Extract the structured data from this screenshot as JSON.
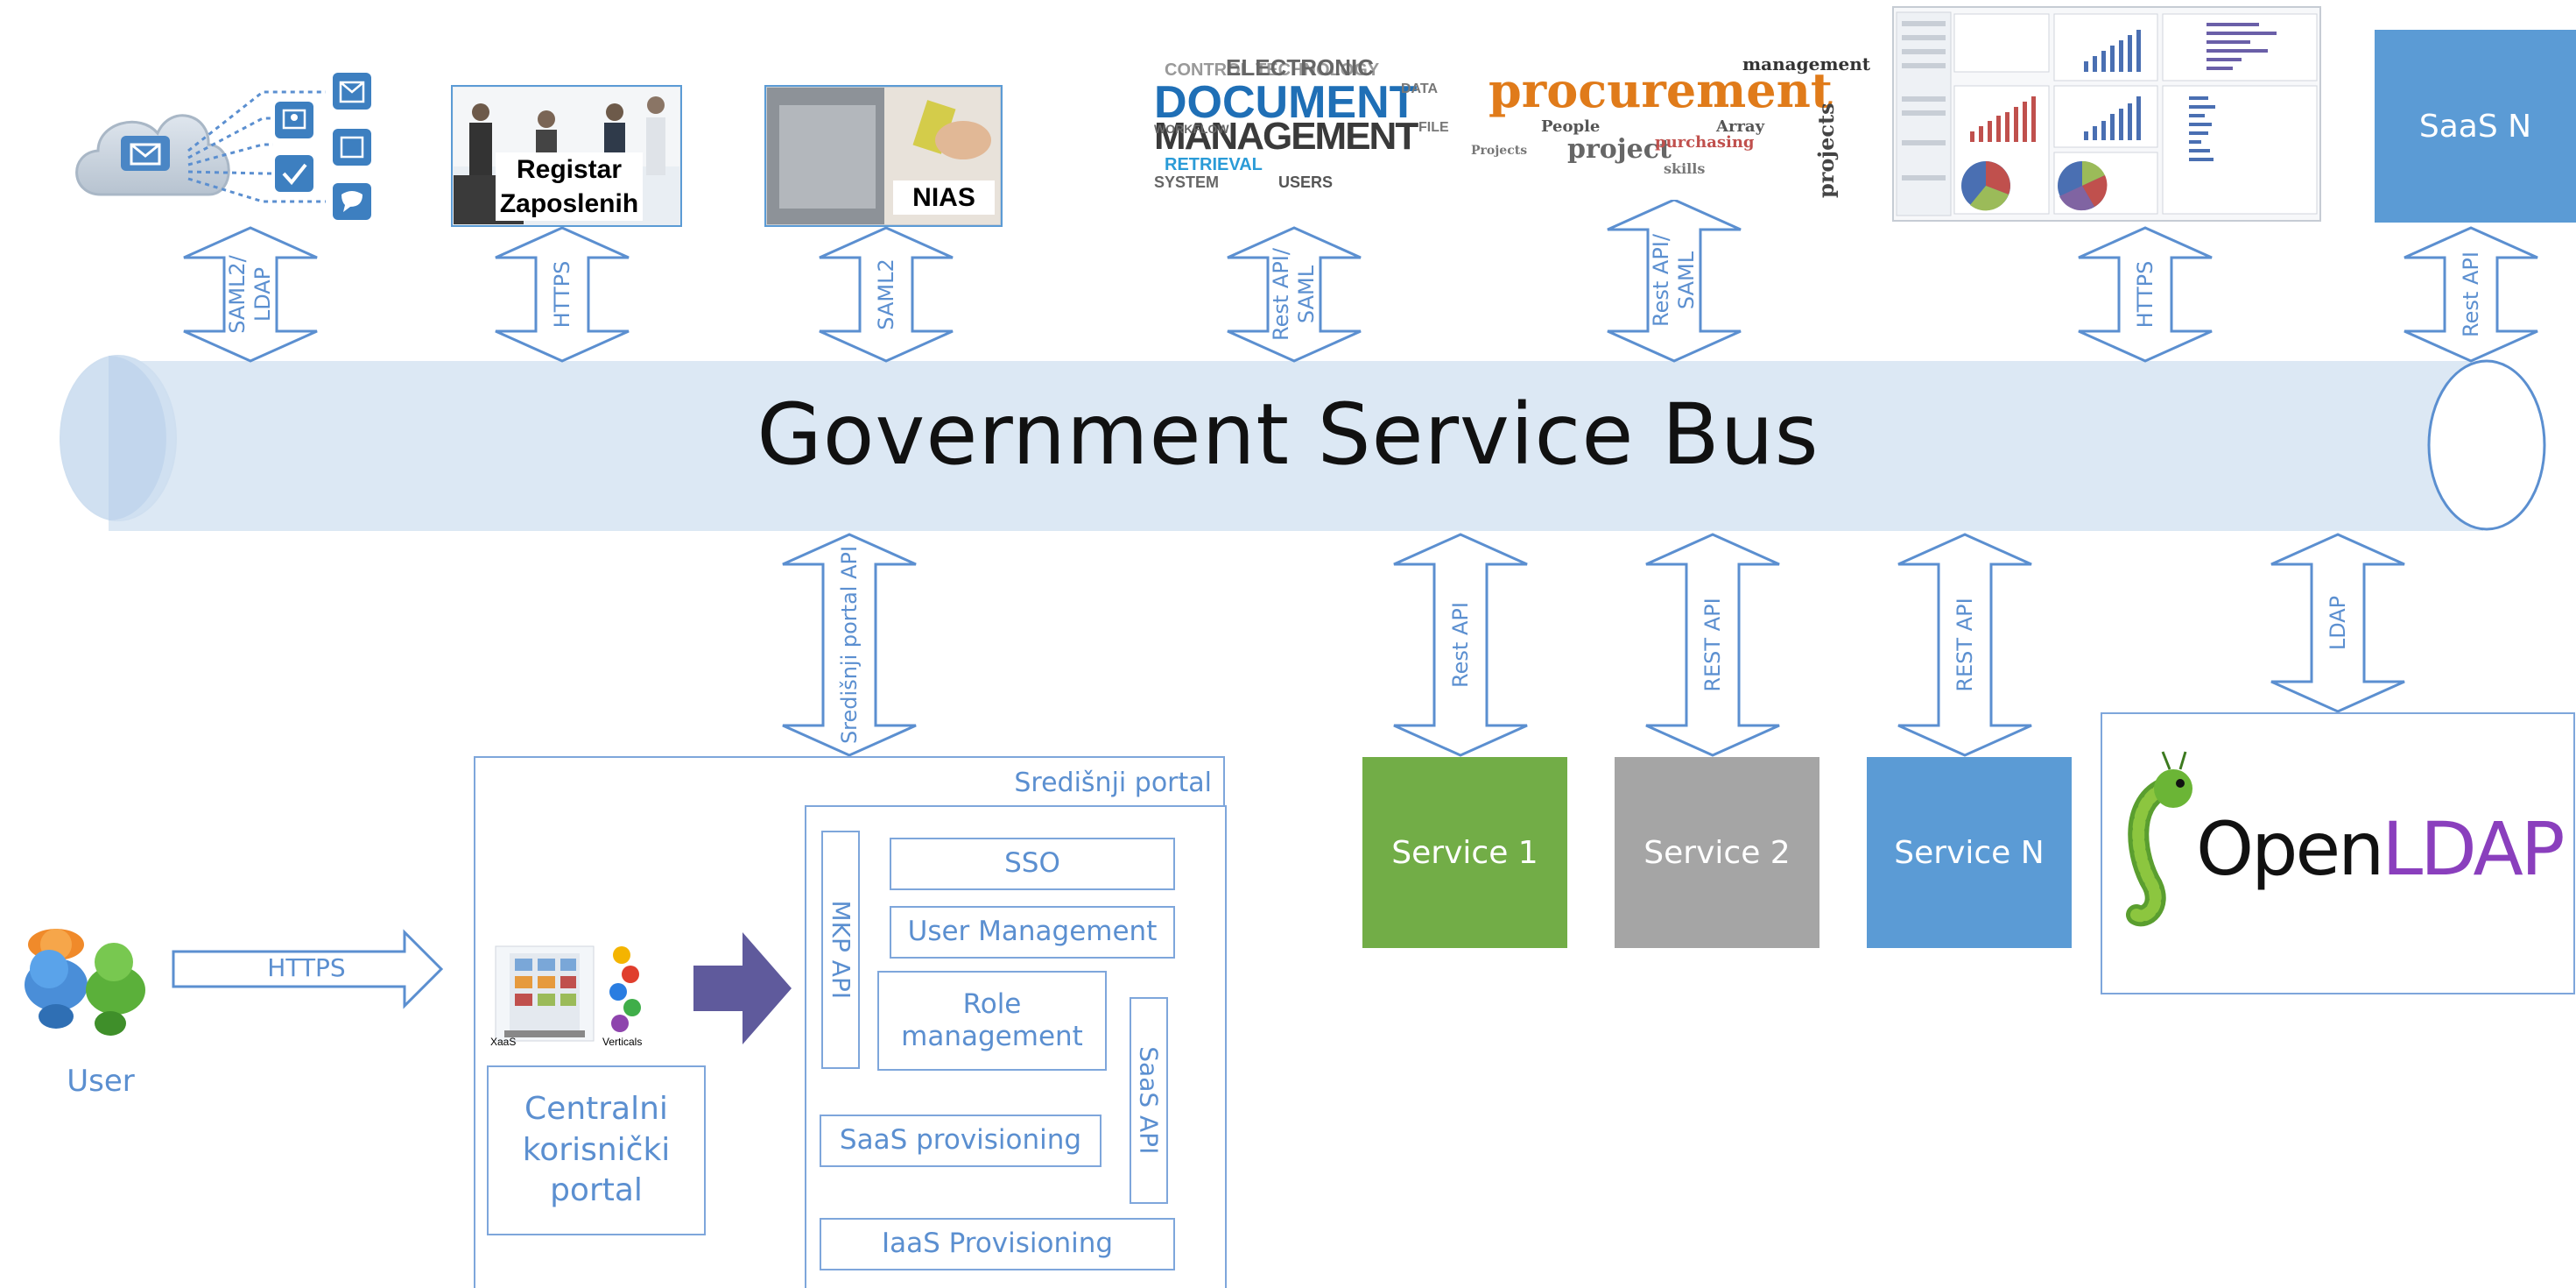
{
  "bus": {
    "title": "Government Service Bus"
  },
  "top_systems": {
    "registar": "Registar\nZaposlenih",
    "nias": "NIAS",
    "saas_n": "SaaS N",
    "doc_cloud_words": [
      "DOCUMENT",
      "MANAGEMENT",
      "ELECTRONIC",
      "RETRIEVAL",
      "SYSTEM",
      "WORKFLOW",
      "USERS"
    ],
    "procurement_words": [
      "procurement",
      "management",
      "project",
      "purchasing",
      "projects",
      "People",
      "skills"
    ]
  },
  "top_connectors": [
    "SAML2/\nLDAP",
    "HTTPS",
    "SAML2",
    "Rest API/\nSAML",
    "Rest API/\nSAML",
    "HTTPS",
    "Rest API"
  ],
  "bottom_connectors": [
    "Središnji portal API",
    "Rest API",
    "REST API",
    "REST API",
    "LDAP"
  ],
  "services": [
    {
      "label": "Service 1",
      "color": "#72ad47"
    },
    {
      "label": "Service 2",
      "color": "#a5a5a5"
    },
    {
      "label": "Service N",
      "color": "#5b9bd5"
    }
  ],
  "openldap": {
    "open": "Open",
    "ldap": "LDAP"
  },
  "user": {
    "label": "User",
    "arrow_label": "HTTPS"
  },
  "portal": {
    "outer_title": "Središnji portal",
    "central_portal": "Centralni\nkorisnički\nportal",
    "xaas": "XaaS",
    "verticals": "Verticals",
    "mkp_api": "MKP API",
    "saas_api": "SaaS API",
    "sso": "SSO",
    "user_management": "User Management",
    "role_management": "Role\nmanagement",
    "saas_provisioning": "SaaS provisioning",
    "iaas_provisioning": "IaaS Provisioning"
  }
}
